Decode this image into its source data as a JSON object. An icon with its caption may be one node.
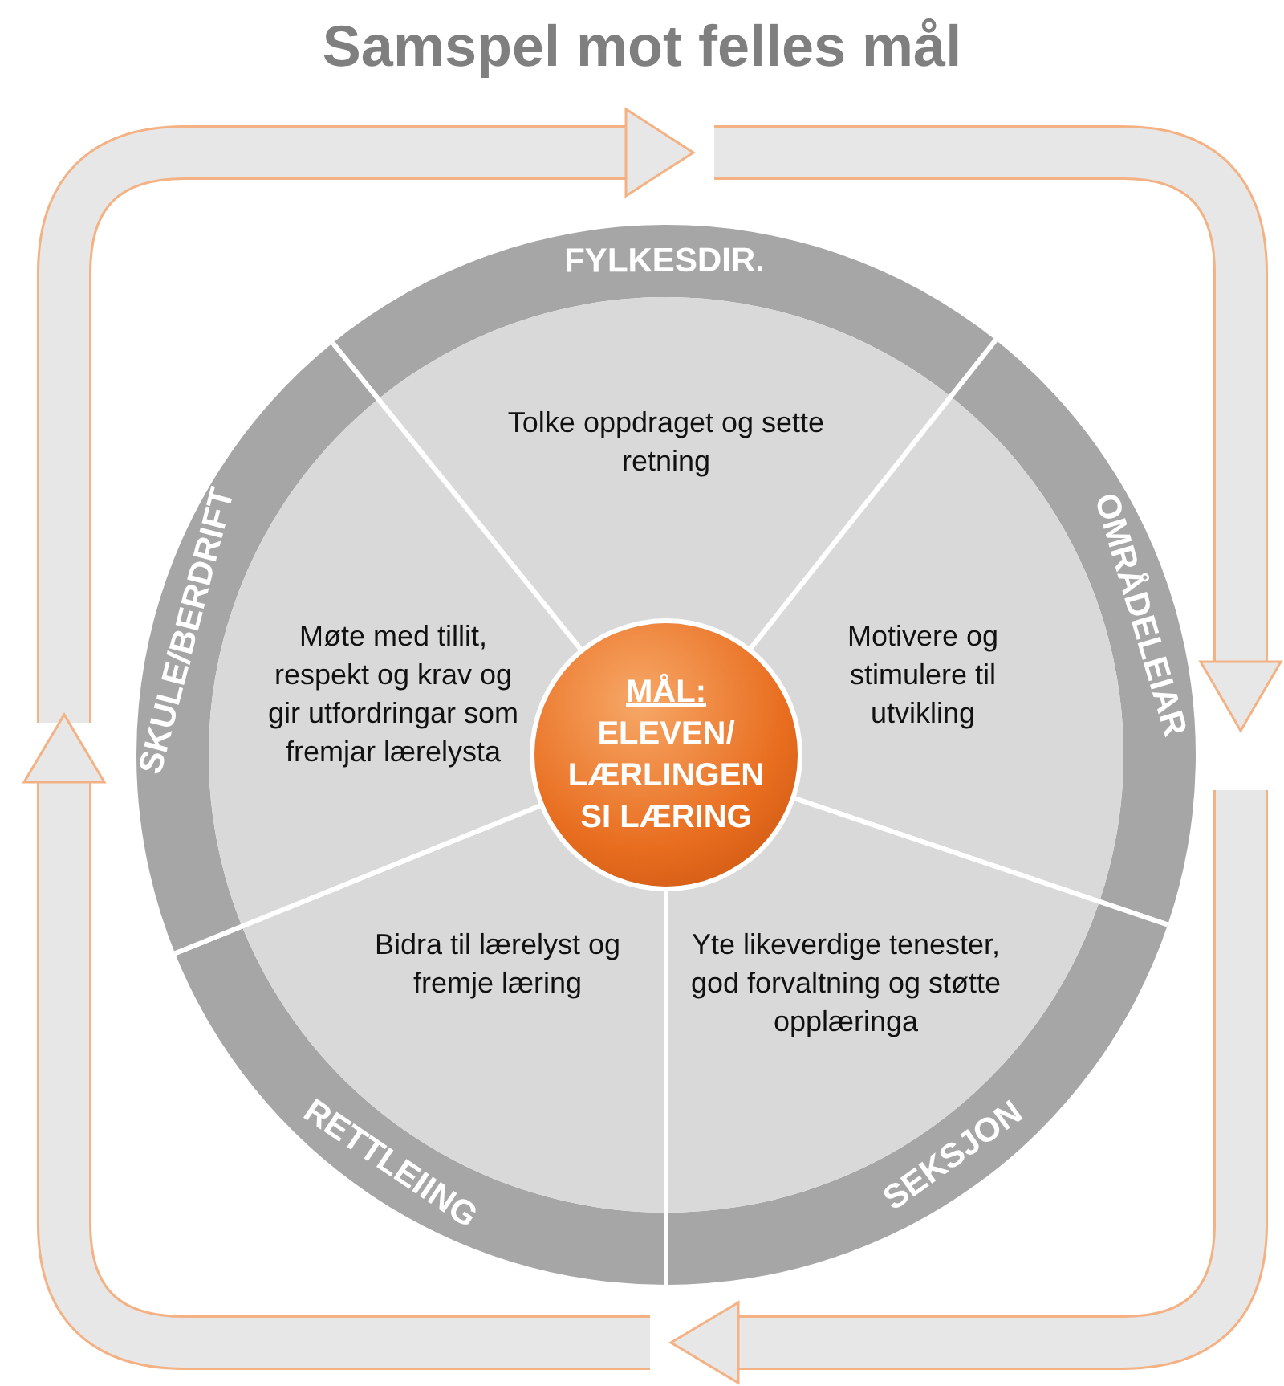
{
  "diagram": {
    "title": "Samspel mot felles mål",
    "nodes": [
      {
        "text": [
          "FYLKESDIR.",
          "Tolke oppdraget og sette retning"
        ]
      },
      {
        "text": [
          "OMRÅDELEIAR",
          "Motivere og stimulere til utvikling"
        ]
      },
      {
        "text": [
          "SEKSJON",
          "Yte likeverdige tenester, god forvaltning og støtte opplæringa"
        ]
      },
      {
        "text": [
          "RETTLEIING",
          "Bidra til lærelyst og fremje læring"
        ]
      },
      {
        "text": [
          "SKULE/BERDRIFT",
          "Møte med tillit, respekt og krav og gir utfordringar som fremjar lærelysta"
        ]
      },
      {
        "text": [
          "MÅL:",
          "ELEVEN/ LÆRLINGEN SI LÆRING"
        ]
      }
    ]
  }
}
